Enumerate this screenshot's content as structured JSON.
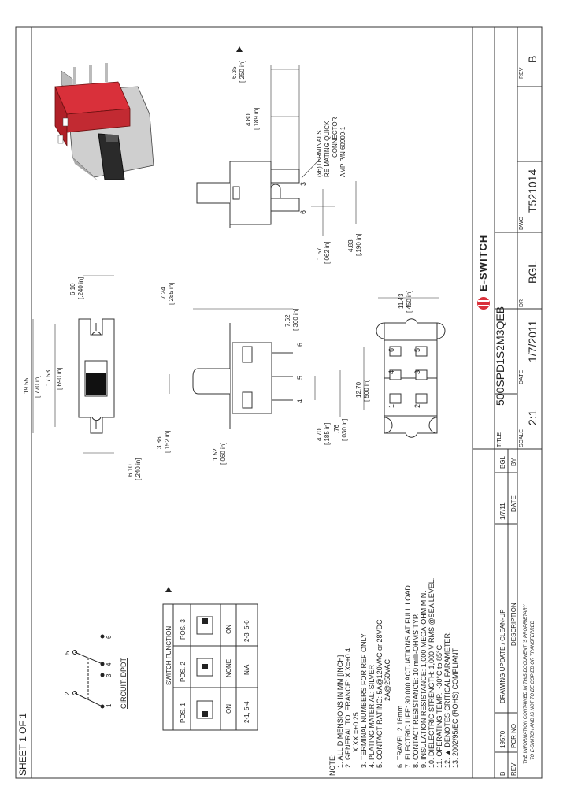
{
  "sheet": "SHEET 1 OF 1",
  "title_block": {
    "title_label": "TITLE",
    "title": "500SPD1S2M3QEB",
    "scale_label": "SCALE",
    "scale": "2:1",
    "date_label": "DATE",
    "date": "1/7/2011",
    "dr_label": "DR",
    "dr": "BGL",
    "dwg_label": "DWG",
    "dwg": "T521014",
    "rev_label": "REV",
    "rev": "B",
    "logo": "E-SWITCH"
  },
  "revision_table": {
    "headers": [
      "REV",
      "PCR NO",
      "DESCRIPTION",
      "DATE",
      "BY"
    ],
    "row": {
      "rev": "B",
      "pcr": "19570",
      "description": "DRAWING UPDATE / CLEAN-UP",
      "date": "1/7/11",
      "by": "BGL"
    }
  },
  "proprietary": [
    "THE INFORMATION CONTAINED IN THIS DOCUMENT IS PROPRIETARY",
    "TO E-SWITCH AND IS NOT TO BE COPIED OR TRANSFERRED"
  ],
  "notes": [
    "NOTE:",
    "1. ALL DIMENSIONS IN MM [INCH]",
    "2. GENERAL TOLERANCE: X.X=±0.4",
    "X.XX =±0.25",
    "3. TERMINAL NUMBERS FOR REF ONLY",
    "4. PLATING MATERIAL: SILVER",
    "5. CONTACT RATING: 5A@120VAC or 28VDC",
    "2A@250VAC",
    "6. TRAVEL:2.16mm",
    "7. ELECTRIC LIFE: 30,000 ACTUATIONS AT FULL LOAD.",
    "8. CONTACT RESISTANCE: 10 milli-OHMS TYP.",
    "9. INSULATION RESISTANCE: 1,000 MEGA-OHM MIN.",
    "10. DIELECTRIC STRENGTH: 1,000 V RMS @SEA LEVEL.",
    "11. OPERATING TEMP.: -30°C to 85°C",
    "12. ▲ DENOTES CRITICAL PARAMETER.",
    "13. 2002/95/EC (ROHS) COMPLIANT"
  ],
  "switch_function": {
    "title": "SWITCH FUNCTION",
    "positions": [
      "POS. 1",
      "POS. 2",
      "POS. 3"
    ],
    "row1": [
      "ON",
      "NONE",
      "ON"
    ],
    "row2": [
      "2-1, 5-4",
      "N/A",
      "2-3, 5-6"
    ]
  },
  "circuit": {
    "label": "CIRCUIT: DPDT",
    "terminals": [
      "1",
      "2",
      "3",
      "4",
      "5",
      "6"
    ]
  },
  "dims_top": {
    "d1": "19.55",
    "d1i": "[.770 in]",
    "d2": "17.53",
    "d2i": "[.690 in]",
    "d3": "6.10",
    "d3i": "[.240 in]",
    "d4": "6.10",
    "d4i": "[.240 in]"
  },
  "dims_side": {
    "a": "7.24",
    "ai": "[.285 in]",
    "b": "7.62",
    "bi": "[.300 in]",
    "c": "3.86",
    "ci": "[.152 in]",
    "d": "1.52",
    "di": "[.060 in]",
    "e": "4.70",
    "ei": "[.185 in]",
    "f": ".76",
    "fi": "[.030 in]",
    "pins": [
      "6",
      "5",
      "4"
    ]
  },
  "dims_bottom": {
    "a": "11.43",
    "ai": "[.450 in]",
    "b": "12.70",
    "bi": "[.500 in]",
    "pins": [
      "1",
      "2",
      "3",
      "4",
      "5",
      "6"
    ]
  },
  "dims_right": {
    "a": "6.35",
    "ai": "[.250 in]",
    "b": "4.80",
    "bi": "[.189 in]",
    "c": "1.57",
    "ci": "[.062 in]",
    "d": "4.83",
    "di": "[.190 in]",
    "callout": [
      "(x6)TERMINALS",
      "RE MATING QUICK",
      "CONNECTOR",
      "AMP P/N 60900-1"
    ],
    "pins": [
      "3",
      "6"
    ]
  },
  "colors": {
    "switch_red": "#d9303a",
    "switch_gray": "#c9c9c9",
    "line": "#333333"
  }
}
